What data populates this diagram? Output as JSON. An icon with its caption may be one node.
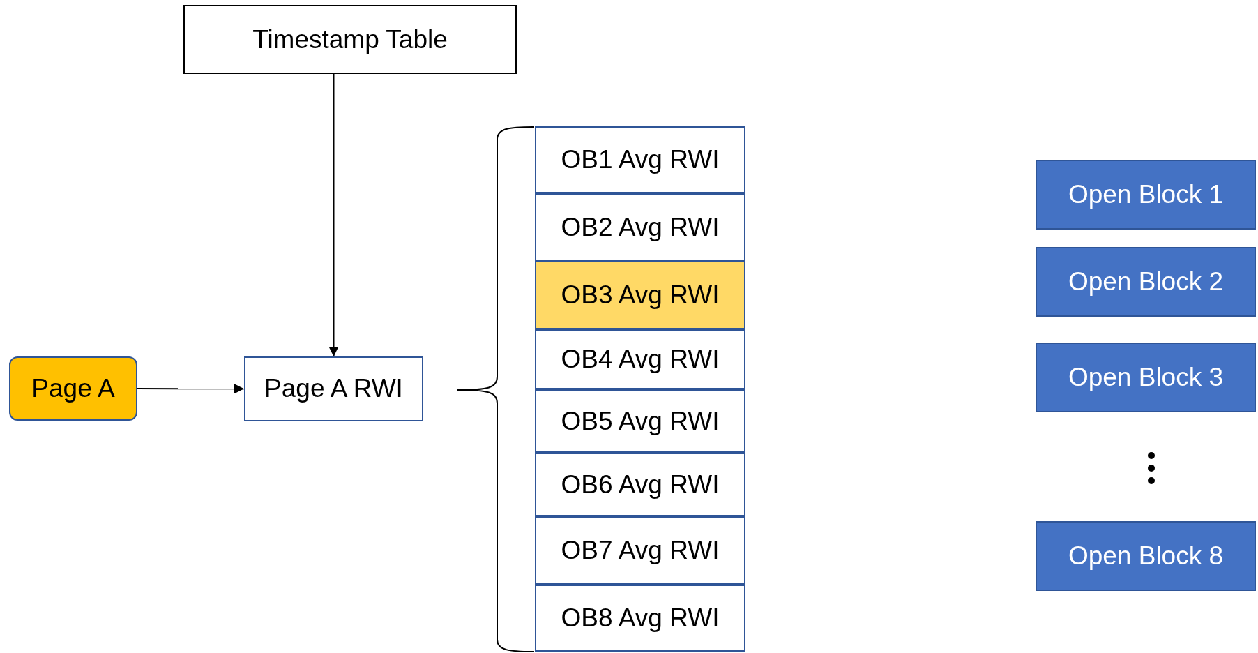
{
  "diagram": {
    "nodes": [
      {
        "text": [
          "Timestamp Table"
        ]
      },
      {
        "text": [
          "Page A"
        ]
      },
      {
        "text": [
          "Page A RWI"
        ]
      },
      {
        "text": [
          "OB1 Avg RWI"
        ]
      },
      {
        "text": [
          "OB2 Avg RWI"
        ]
      },
      {
        "text": [
          "OB3 Avg RWI"
        ]
      },
      {
        "text": [
          "OB4 Avg RWI"
        ]
      },
      {
        "text": [
          "OB5 Avg RWI"
        ]
      },
      {
        "text": [
          "OB6 Avg RWI"
        ]
      },
      {
        "text": [
          "OB7 Avg RWI"
        ]
      },
      {
        "text": [
          "OB8 Avg RWI"
        ]
      },
      {
        "text": [
          "Open Block 1"
        ]
      },
      {
        "text": [
          "Open Block 2"
        ]
      },
      {
        "text": [
          "Open Block 3"
        ]
      },
      {
        "text": [
          "Open Block 8"
        ]
      }
    ],
    "edges": [
      {
        "from": 0,
        "to": 2,
        "arrow": "to"
      },
      {
        "from": 1,
        "to": 2,
        "arrow": "to"
      }
    ]
  }
}
